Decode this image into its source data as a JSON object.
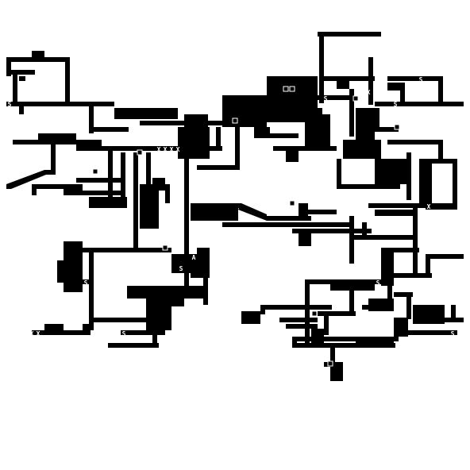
{
  "map": {
    "ink_color": "#000000",
    "paper_color": "#ffffff",
    "glyph_color": "#ffffff",
    "markers": {
      "spawn_letter": "S",
      "altar_letter": "A",
      "hazard_letter": "X"
    }
  }
}
